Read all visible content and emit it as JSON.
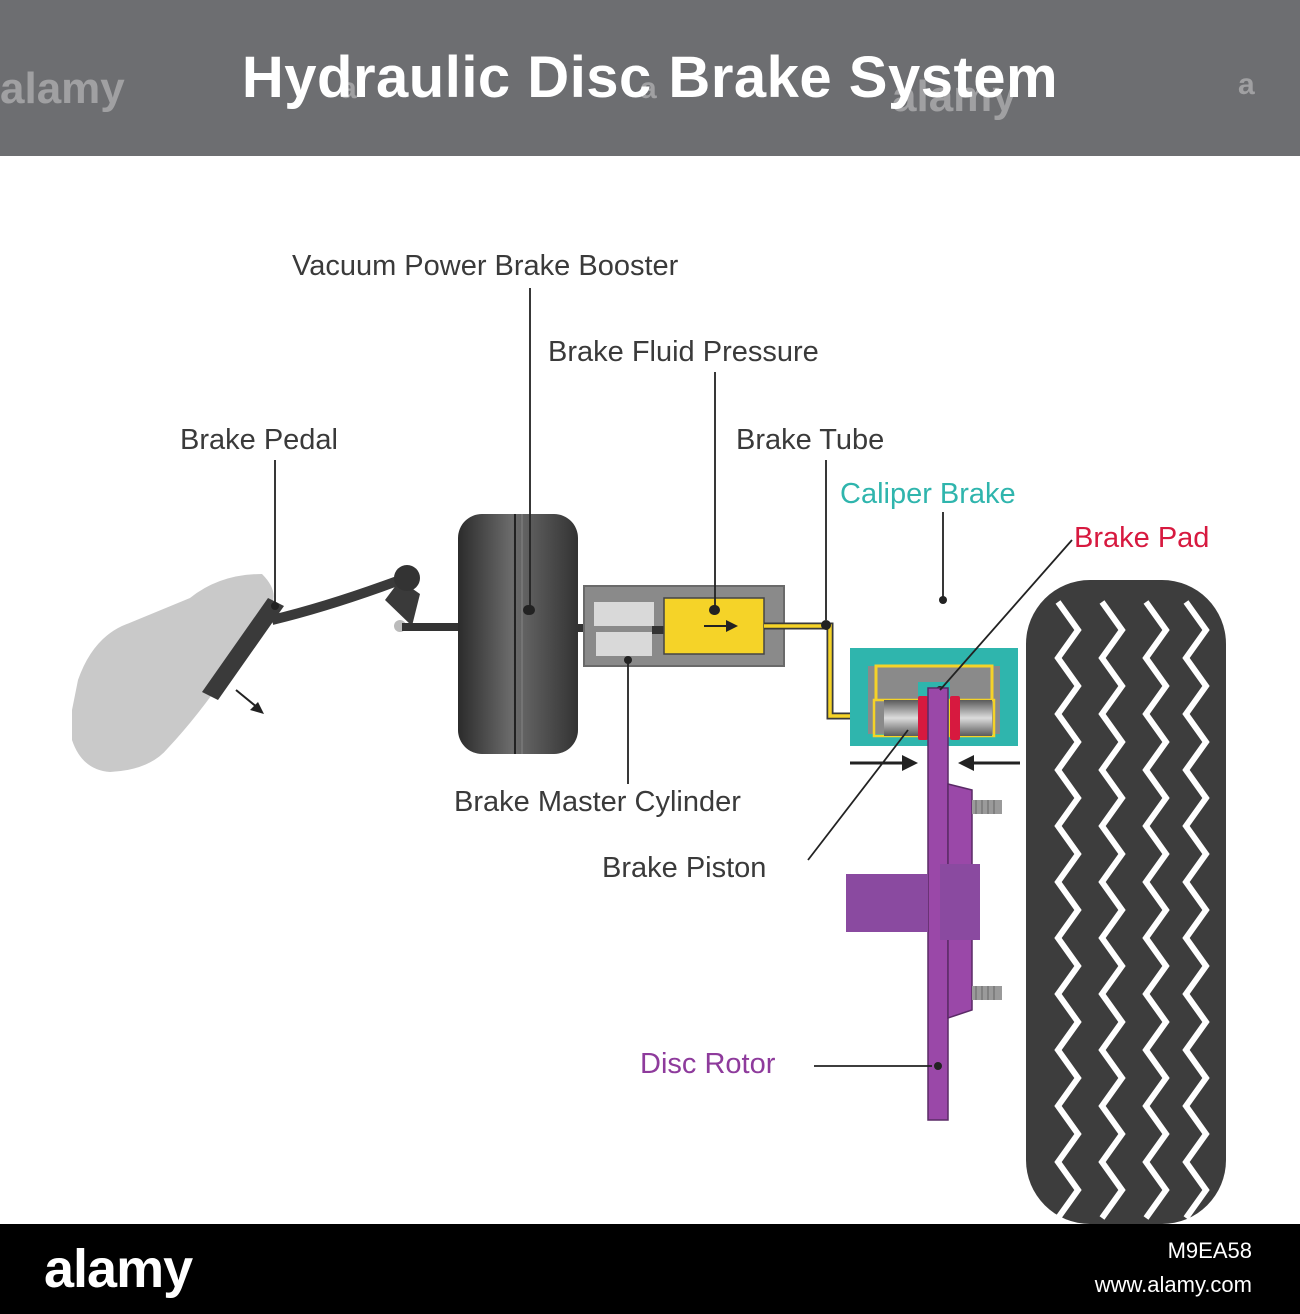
{
  "header": {
    "title": "Hydraulic Disc Brake System",
    "watermarks": [
      "alamy",
      "a",
      "a",
      "alamy",
      "a"
    ]
  },
  "labels": {
    "vacuum_booster": "Vacuum Power Brake Booster",
    "brake_fluid_pressure": "Brake Fluid Pressure",
    "brake_pedal": "Brake Pedal",
    "brake_tube": "Brake Tube",
    "caliper_brake": "Caliper Brake",
    "brake_pad": "Brake Pad",
    "brake_master_cylinder": "Brake Master Cylinder",
    "brake_piston": "Brake Piston",
    "disc_rotor": "Disc Rotor"
  },
  "colors": {
    "header_bg": "#6d6e71",
    "label_text": "#3a3a3a",
    "caliper_label": "#2fb5ad",
    "pad_label": "#d7193f",
    "rotor_label": "#8e3b9c",
    "fluid": "#f5d328",
    "rotor": "#9a48a8",
    "tire": "#3d3d3d"
  },
  "footer": {
    "logo": "alamy",
    "image_id": "M9EA58",
    "url": "www.alamy.com"
  }
}
